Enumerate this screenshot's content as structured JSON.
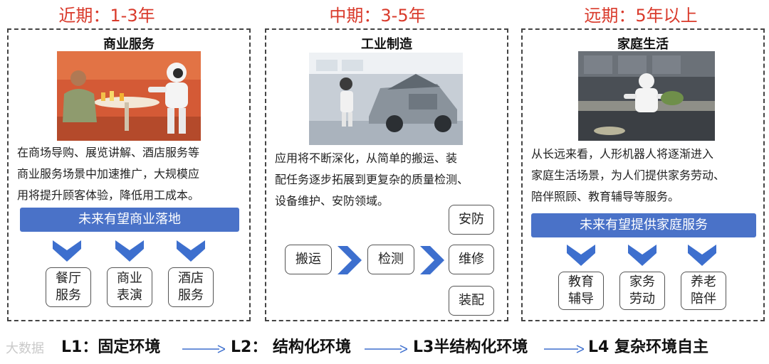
{
  "phases": [
    {
      "title": "近期：1-3年"
    },
    {
      "title": "中期：3-5年"
    },
    {
      "title": "远期：5年以上"
    }
  ],
  "panels": {
    "commercial": {
      "title": "商业服务",
      "description": "在商场导购、展览讲解、酒店服务等\n商业服务场景中加速推广，大规模应\n用将提升顾客体验，降低用工成本。",
      "banner": "未来有望商业落地",
      "boxes": [
        "餐厅\n服务",
        "商业\n表演",
        "酒店\n服务"
      ]
    },
    "industrial": {
      "title": "工业制造",
      "description": "应用将不断深化，从简单的搬运、装\n配任务逐步拓展到更复杂的质量检测、\n设备维护、安防领域。",
      "flow": [
        "搬运",
        "检测"
      ],
      "branches": [
        "安防",
        "维修",
        "装配"
      ]
    },
    "household": {
      "title": "家庭生活",
      "description": "从长远来看，人形机器人将逐渐进入\n家庭生活场景，为人们提供家务劳动、\n陪伴照顾、教育辅导等服务。",
      "banner": "未来有望提供家庭服务",
      "boxes": [
        "教育\n辅导",
        "家务\n劳动",
        "养老\n陪伴"
      ]
    }
  },
  "stages": [
    {
      "label": "L1：固定环境"
    },
    {
      "label": "L2： 结构化环境"
    },
    {
      "label": "L3半结构化环境"
    },
    {
      "label": "L4 复杂环境自主"
    }
  ],
  "watermark": "大数据",
  "colors": {
    "phase_title": "#d93a2b",
    "banner": "#4a72c8",
    "chevron": "#3d6fce",
    "stage_arrow": "#3d6fce"
  }
}
